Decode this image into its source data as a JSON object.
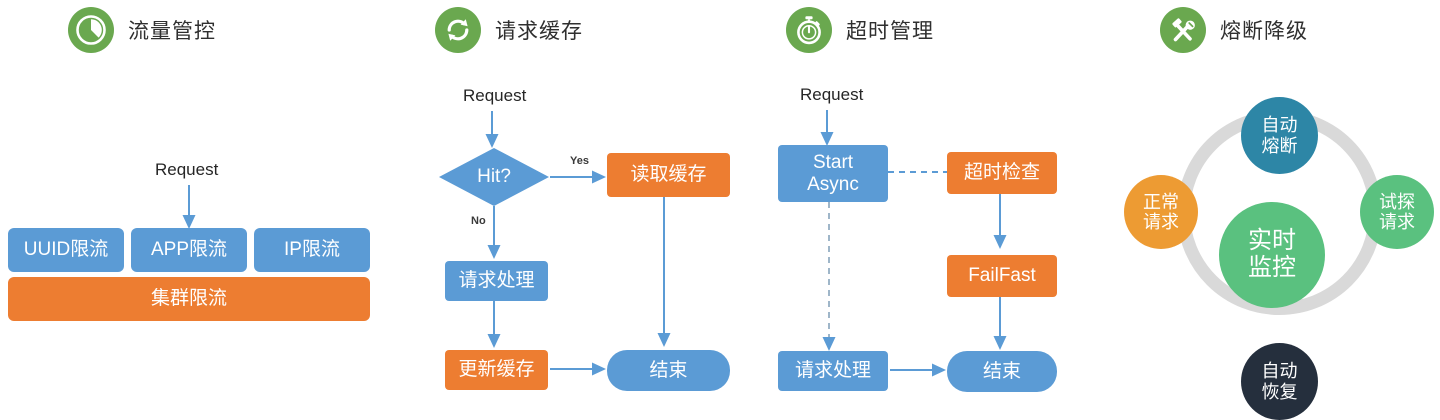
{
  "page": {
    "background": "#ffffff",
    "palette": {
      "blue": "#5b9bd5",
      "orange": "#ed7d31",
      "green_icon": "#6aa84f",
      "green_node": "#5ac17f",
      "teal": "#2d86a6",
      "amber": "#ed9b33",
      "dark": "#252f3d",
      "ring_gray": "#d9d9d9",
      "arrow_blue": "#5b9bd5",
      "text_dark": "#2b2b2b"
    }
  },
  "panels": [
    {
      "id": "rate-limiting",
      "header": {
        "title": "流量管控",
        "icon": "pie-chart-icon"
      },
      "diagram_type": "stack",
      "entry_label": "Request",
      "tier1": [
        {
          "label": "UUID限流",
          "color": "#5b9bd5"
        },
        {
          "label": "APP限流",
          "color": "#5b9bd5"
        },
        {
          "label": "IP限流",
          "color": "#5b9bd5"
        }
      ],
      "tier2": {
        "label": "集群限流",
        "color": "#ed7d31"
      }
    },
    {
      "id": "request-cache",
      "header": {
        "title": "请求缓存",
        "icon": "sync-refresh-icon"
      },
      "diagram_type": "flowchart",
      "entry_label": "Request",
      "nodes": [
        {
          "key": "hit",
          "label": "Hit?",
          "shape": "diamond",
          "color": "#5b9bd5"
        },
        {
          "key": "read_cache",
          "label": "读取缓存",
          "shape": "rect",
          "color": "#ed7d31"
        },
        {
          "key": "handle",
          "label": "请求处理",
          "shape": "rect",
          "color": "#5b9bd5"
        },
        {
          "key": "update_cache",
          "label": "更新缓存",
          "shape": "rect",
          "color": "#ed7d31"
        },
        {
          "key": "end",
          "label": "结束",
          "shape": "pill",
          "color": "#5b9bd5"
        }
      ],
      "edge_labels": {
        "yes": "Yes",
        "no": "No"
      }
    },
    {
      "id": "timeout-management",
      "header": {
        "title": "超时管理",
        "icon": "stopwatch-icon"
      },
      "diagram_type": "flowchart",
      "entry_label": "Request",
      "nodes": [
        {
          "key": "start_async",
          "label": "Start\nAsync",
          "line1": "Start",
          "line2": "Async",
          "shape": "rect",
          "color": "#5b9bd5"
        },
        {
          "key": "timeout_check",
          "label": "超时检查",
          "shape": "rect",
          "color": "#ed7d31"
        },
        {
          "key": "failfast",
          "label": "FailFast",
          "shape": "rect",
          "color": "#ed7d31"
        },
        {
          "key": "handle",
          "label": "请求处理",
          "shape": "rect",
          "color": "#5b9bd5"
        },
        {
          "key": "end",
          "label": "结束",
          "shape": "pill",
          "color": "#5b9bd5"
        }
      ]
    },
    {
      "id": "circuit-breaker",
      "header": {
        "title": "熔断降级",
        "icon": "tools-hammer-wrench-icon"
      },
      "diagram_type": "cycle",
      "center": {
        "line1": "实时",
        "line2": "监控",
        "color": "#5ac17f"
      },
      "satellites": [
        {
          "position": "top",
          "line1": "自动",
          "line2": "熔断",
          "color": "#2d86a6"
        },
        {
          "position": "left",
          "line1": "正常",
          "line2": "请求",
          "color": "#ed9b33"
        },
        {
          "position": "right",
          "line1": "试探",
          "line2": "请求",
          "color": "#5ac17f"
        },
        {
          "position": "bottom",
          "line1": "自动",
          "line2": "恢复",
          "color": "#252f3d"
        }
      ]
    }
  ]
}
